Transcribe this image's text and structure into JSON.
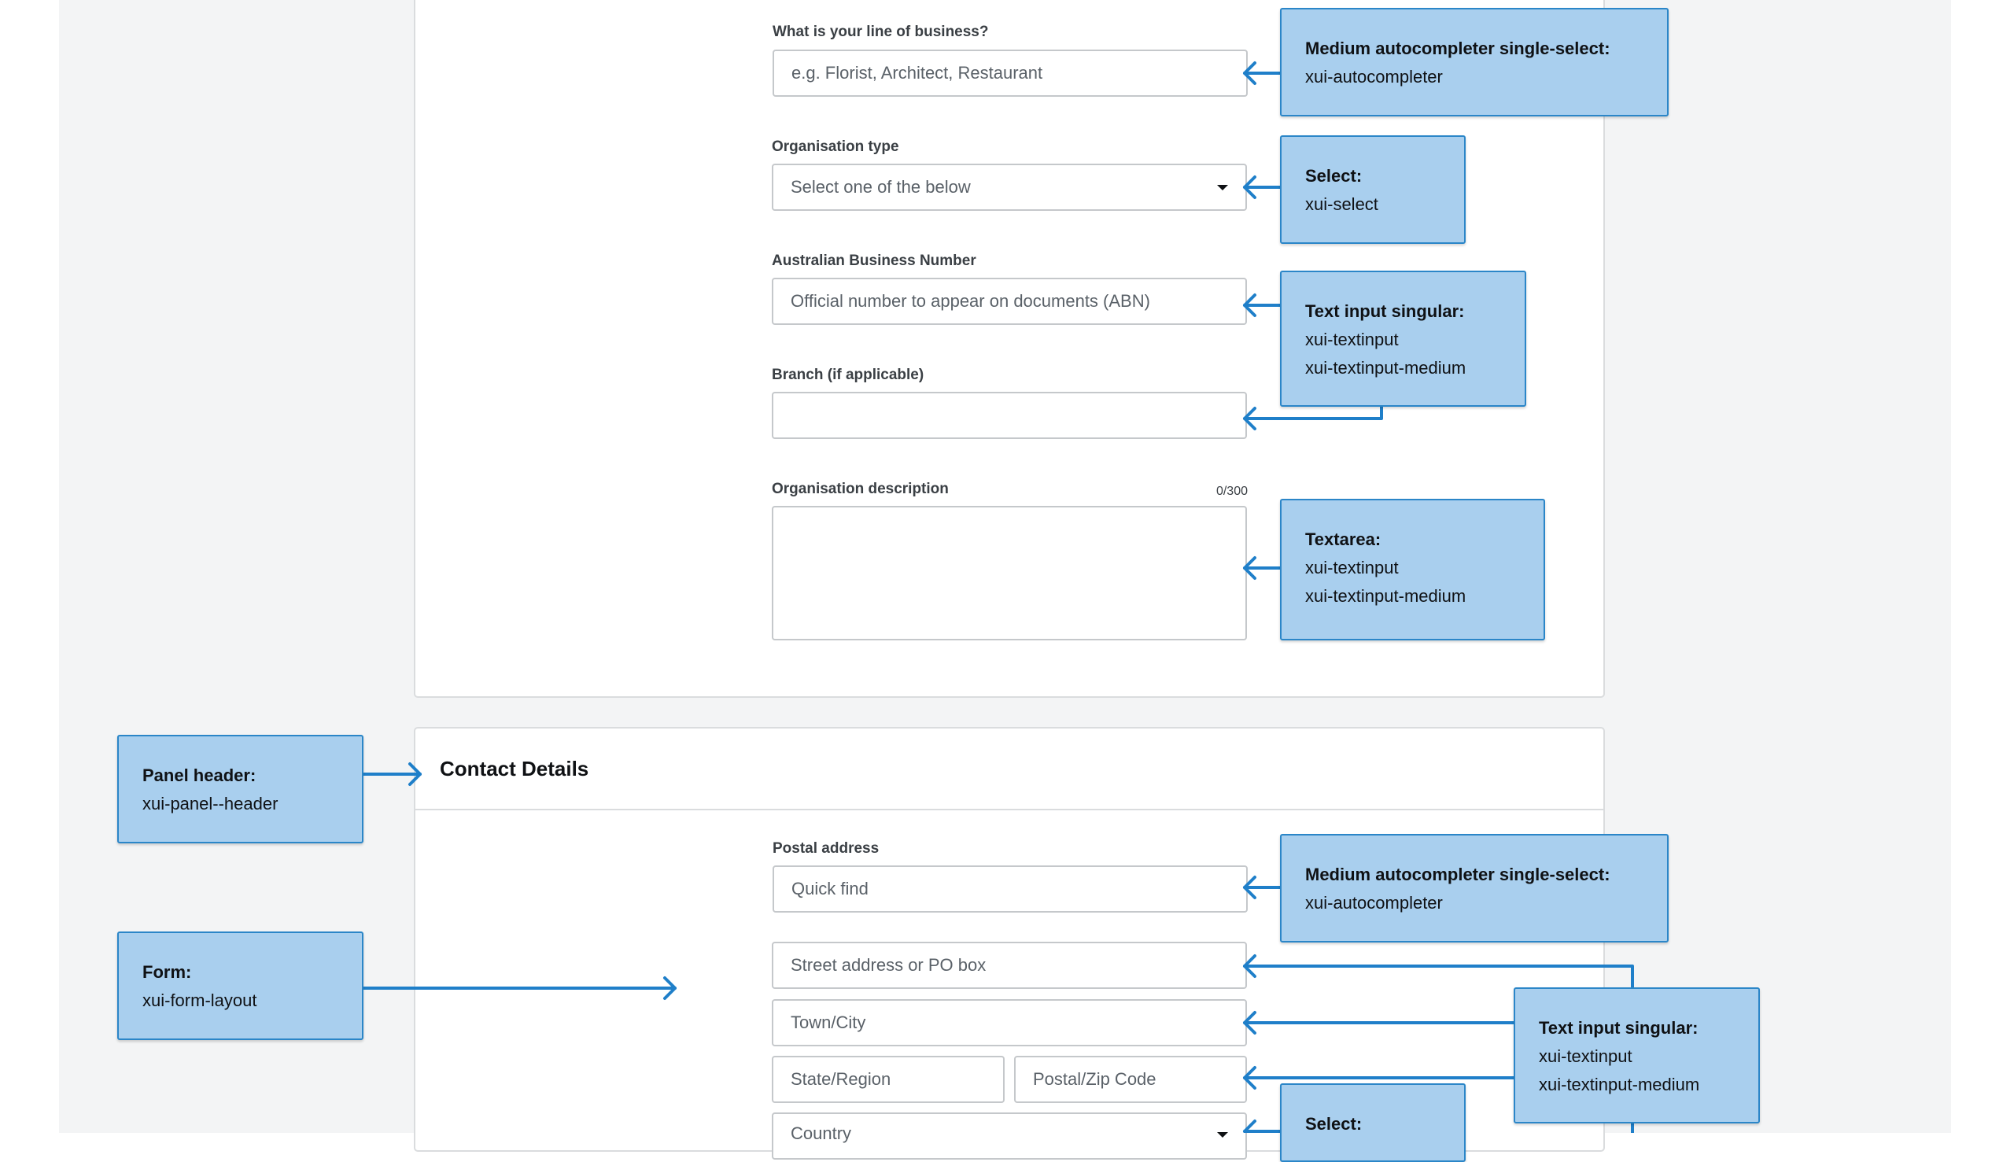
{
  "colors": {
    "accent": "#1f7fc9",
    "note_fill": "#a9cfee",
    "canvas": "#f3f4f5"
  },
  "form1": {
    "business": {
      "label": "What is your line of business?",
      "placeholder": "e.g. Florist, Architect, Restaurant"
    },
    "org_type": {
      "label": "Organisation type",
      "value": "Select one of the below"
    },
    "abn": {
      "label": "Australian Business Number",
      "placeholder": "Official number to appear on documents (ABN)"
    },
    "branch": {
      "label": "Branch (if applicable)",
      "value": ""
    },
    "description": {
      "label": "Organisation description",
      "counter": "0/300"
    }
  },
  "contact": {
    "title": "Contact Details",
    "postal_label": "Postal address",
    "quick_find": "Quick find",
    "street": "Street address or PO box",
    "town": "Town/City",
    "state": "State/Region",
    "postcode": "Postal/Zip Code",
    "country": "Country"
  },
  "notes": {
    "autocompleter1": {
      "title": "Medium autocompleter single-select:",
      "lines": [
        "xui-autocompleter"
      ]
    },
    "select1": {
      "title": "Select:",
      "lines": [
        "xui-select"
      ]
    },
    "textinput1": {
      "title": "Text input singular:",
      "lines": [
        "xui-textinput",
        "xui-textinput-medium"
      ]
    },
    "textarea": {
      "title": "Textarea:",
      "lines": [
        "xui-textinput",
        "xui-textinput-medium"
      ]
    },
    "panel_header": {
      "title": "Panel header:",
      "lines": [
        "xui-panel--header"
      ]
    },
    "autocompleter2": {
      "title": "Medium autocompleter single-select:",
      "lines": [
        "xui-autocompleter"
      ]
    },
    "form": {
      "title": "Form:",
      "lines": [
        "xui-form-layout"
      ]
    },
    "textinput2": {
      "title": "Text input singular:",
      "lines": [
        "xui-textinput",
        "xui-textinput-medium"
      ]
    },
    "select2": {
      "title": "Select:",
      "lines": []
    }
  }
}
